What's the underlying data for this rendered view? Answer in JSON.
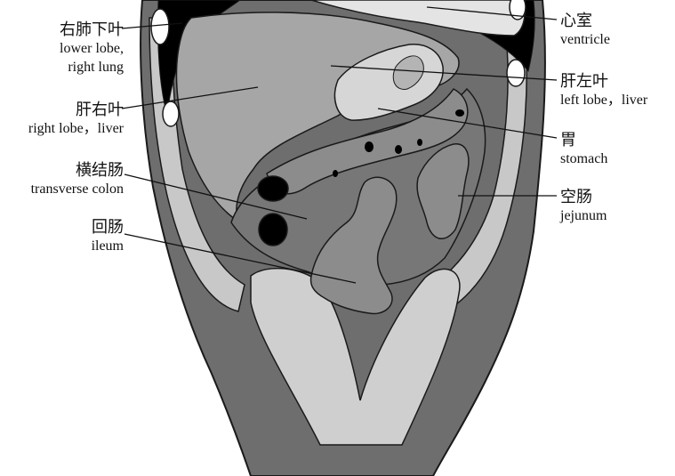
{
  "figure": {
    "labels": {
      "right_lower_lobe": {
        "zh": "右肺下叶",
        "en_1": "lower  lobe,",
        "en_2": "right lung"
      },
      "right_lobe_liver": {
        "zh": "肝右叶",
        "en": "right lobe，liver"
      },
      "transverse_colon": {
        "zh": "横结肠",
        "en": "transverse colon"
      },
      "ileum": {
        "zh": "回肠",
        "en": "ileum"
      },
      "ventricle": {
        "zh": "心室",
        "en": "ventricle"
      },
      "left_lobe_liver": {
        "zh": "肝左叶",
        "en": "left lobe，liver"
      },
      "stomach": {
        "zh": "胃",
        "en": "stomach"
      },
      "jejunum": {
        "zh": "空肠",
        "en": "jejunum"
      }
    },
    "colors": {
      "body_wall": "#6e6e6e",
      "fat_band": "#c8c8c8",
      "lung_air": "#000000",
      "liver": "#a6a6a6",
      "viscera": "#777777",
      "bowel": "#8c8c8c",
      "stomach_content": "#d6d6d6",
      "gas": "#000000",
      "outline": "#1a1a1a"
    }
  }
}
